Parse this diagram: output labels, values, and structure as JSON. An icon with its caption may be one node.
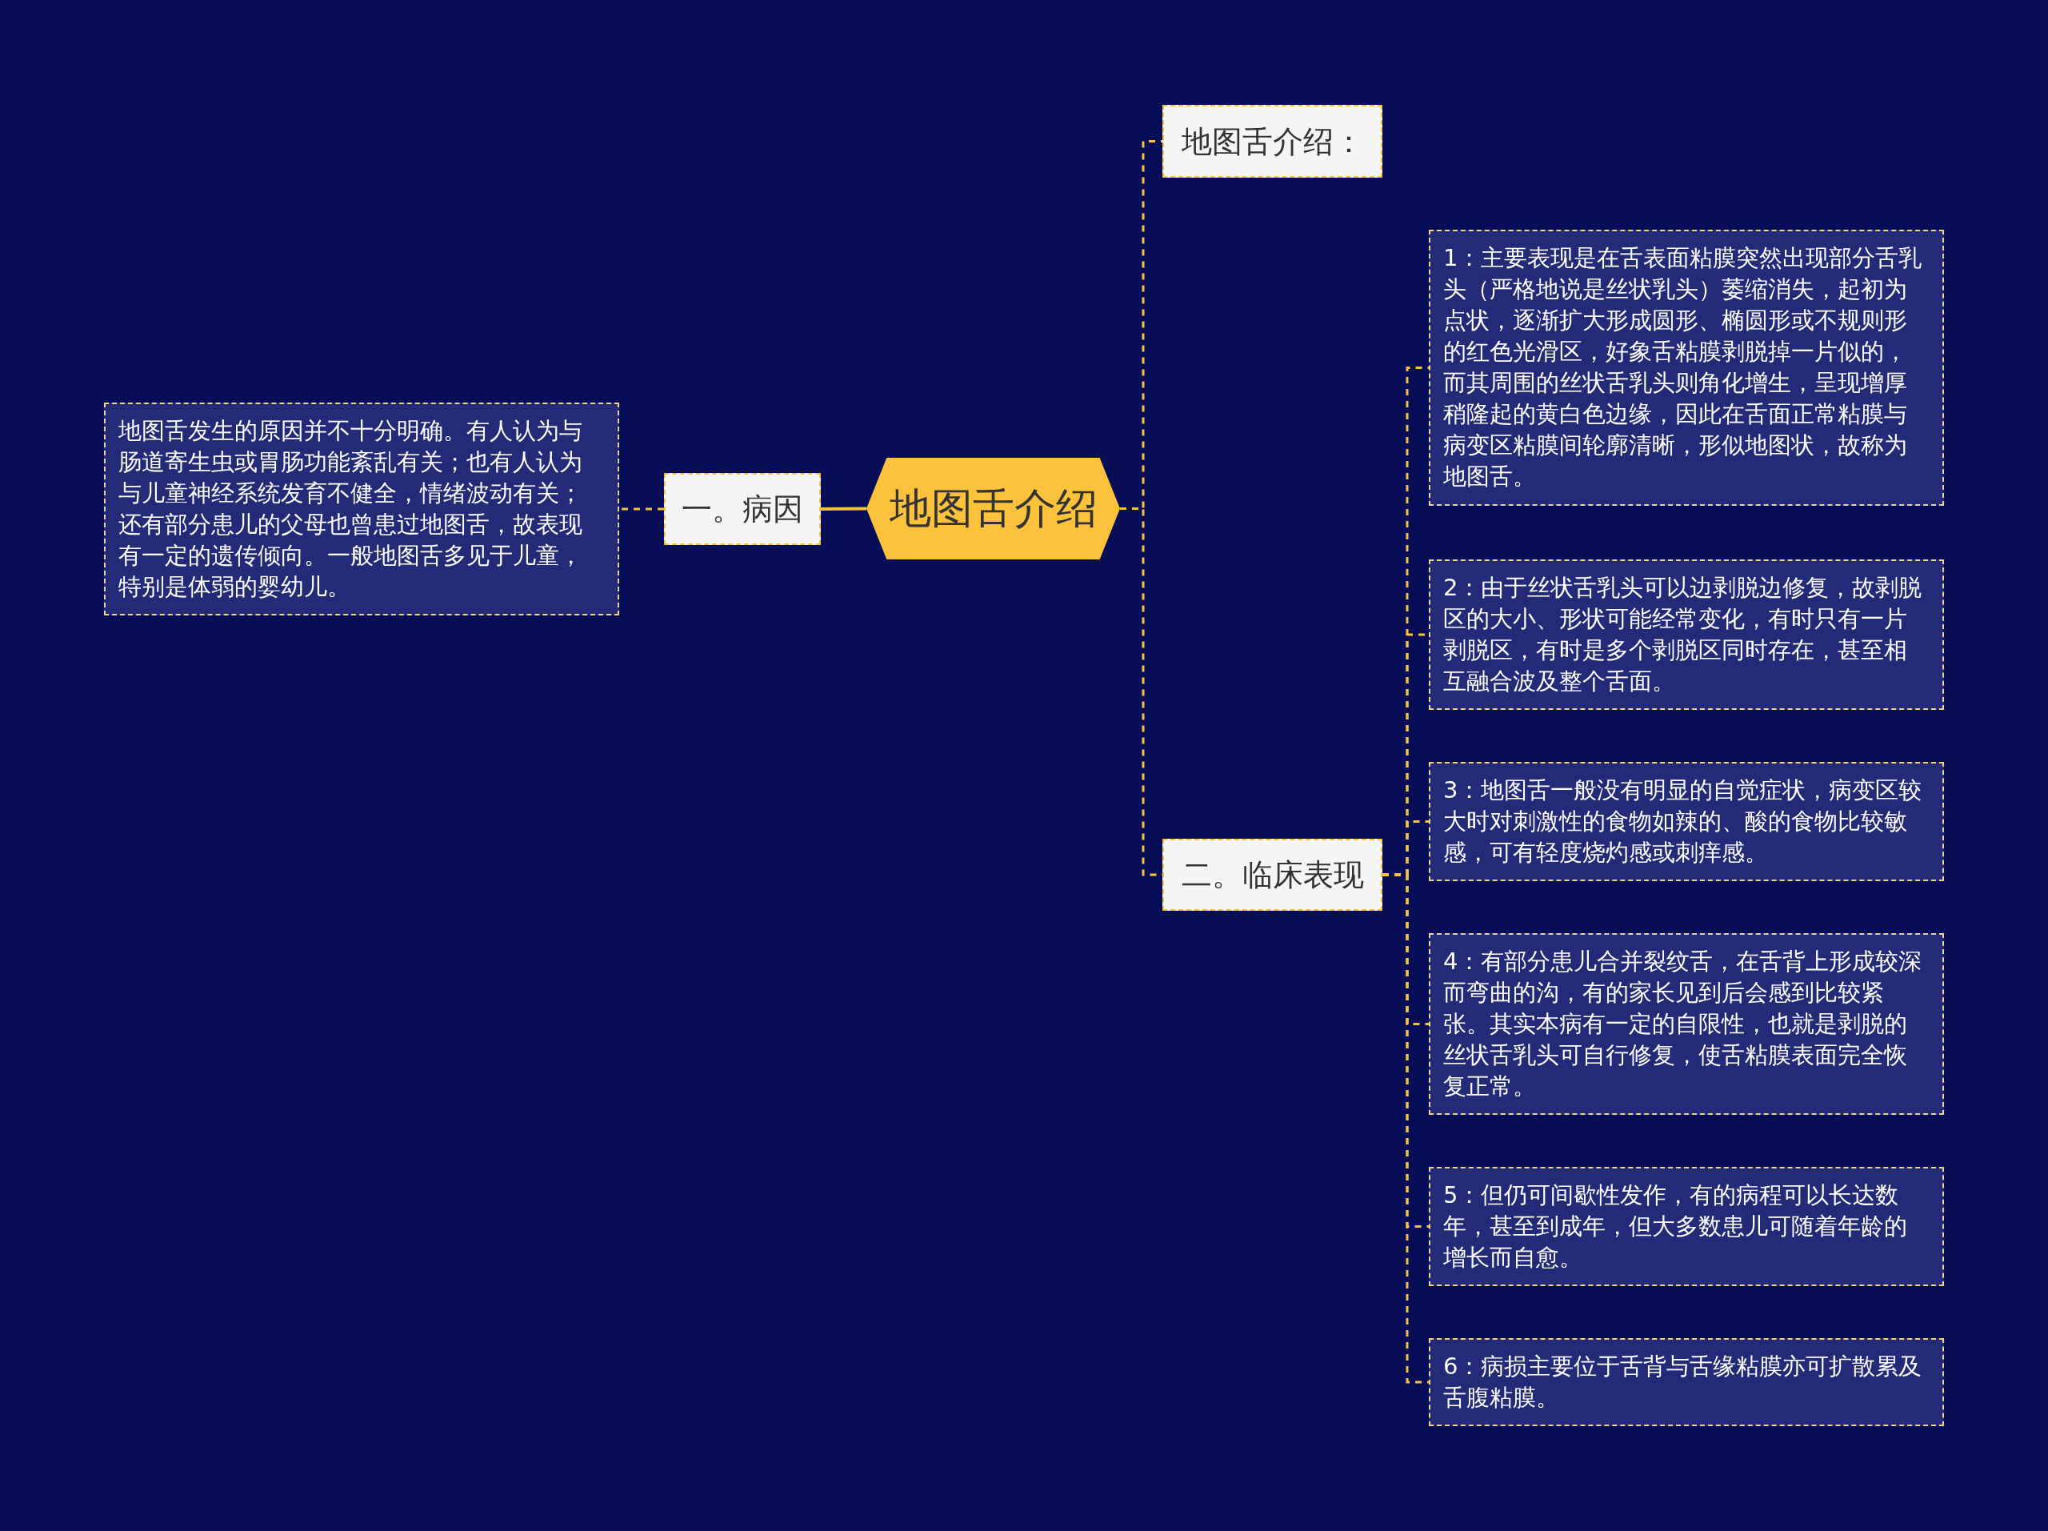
{
  "diagram": {
    "nodes": [
      {
        "text": [
          "地图舌介绍"
        ]
      },
      {
        "text": [
          "一。病因"
        ]
      },
      {
        "text": [
          "地图舌发生的原因并不十分明确。有人认为与肠道寄生虫或胃肠功能紊乱有关；也有人认为与儿童神经系统发育不健全，情绪波动有关；还有部分患儿的父母也曾患过地图舌，故表现有一定的遗传倾向。一般地图舌多见于儿童，特别是体弱的婴幼儿。"
        ]
      },
      {
        "text": [
          "地图舌介绍："
        ]
      },
      {
        "text": [
          "二。临床表现"
        ]
      },
      {
        "text": [
          "1：主要表现是在舌表面粘膜突然出现部分舌乳头（严格地说是丝状乳头）萎缩消失，起初为点状，逐渐扩大形成圆形、椭圆形或不规则形的红色光滑区，好象舌粘膜剥脱掉一片似的，而其周围的丝状舌乳头则角化增生，呈现增厚稍隆起的黄白色边缘，因此在舌面正常粘膜与病变区粘膜间轮廓清晰，形似地图状，故称为地图舌。"
        ]
      },
      {
        "text": [
          "2：由于丝状舌乳头可以边剥脱边修复，故剥脱区的大小、形状可能经常变化，有时只有一片剥脱区，有时是多个剥脱区同时存在，甚至相互融合波及整个舌面。"
        ]
      },
      {
        "text": [
          "3：地图舌一般没有明显的自觉症状，病变区较大时对刺激性的食物如辣的、酸的食物比较敏感，可有轻度烧灼感或刺痒感。"
        ]
      },
      {
        "text": [
          "4：有部分患儿合并裂纹舌，在舌背上形成较深而弯曲的沟，有的家长见到后会感到比较紧张。其实本病有一定的自限性，也就是剥脱的丝状舌乳头可自行修复，使舌粘膜表面完全恢复正常。"
        ]
      },
      {
        "text": [
          "5：但仍可间歇性发作，有的病程可以长达数年，甚至到成年，但大多数患儿可随着年龄的增长而自愈。"
        ]
      },
      {
        "text": [
          "6：病损主要位于舌背与舌缘粘膜亦可扩散累及舌腹粘膜。"
        ]
      }
    ],
    "edges": [
      {
        "from": 0,
        "to": 1,
        "arrow": "none"
      },
      {
        "from": 1,
        "to": 2,
        "arrow": "none",
        "style": "dashed"
      },
      {
        "from": 0,
        "to": 3,
        "arrow": "none",
        "style": "dashed"
      },
      {
        "from": 0,
        "to": 4,
        "arrow": "none",
        "style": "dashed"
      },
      {
        "from": 4,
        "to": 5,
        "arrow": "none",
        "style": "dashed"
      },
      {
        "from": 4,
        "to": 6,
        "arrow": "none",
        "style": "dashed"
      },
      {
        "from": 4,
        "to": 7,
        "arrow": "none",
        "style": "dashed"
      },
      {
        "from": 4,
        "to": 8,
        "arrow": "none",
        "style": "dashed"
      },
      {
        "from": 4,
        "to": 9,
        "arrow": "none",
        "style": "dashed"
      },
      {
        "from": 4,
        "to": 10,
        "arrow": "none",
        "style": "dashed"
      }
    ]
  }
}
